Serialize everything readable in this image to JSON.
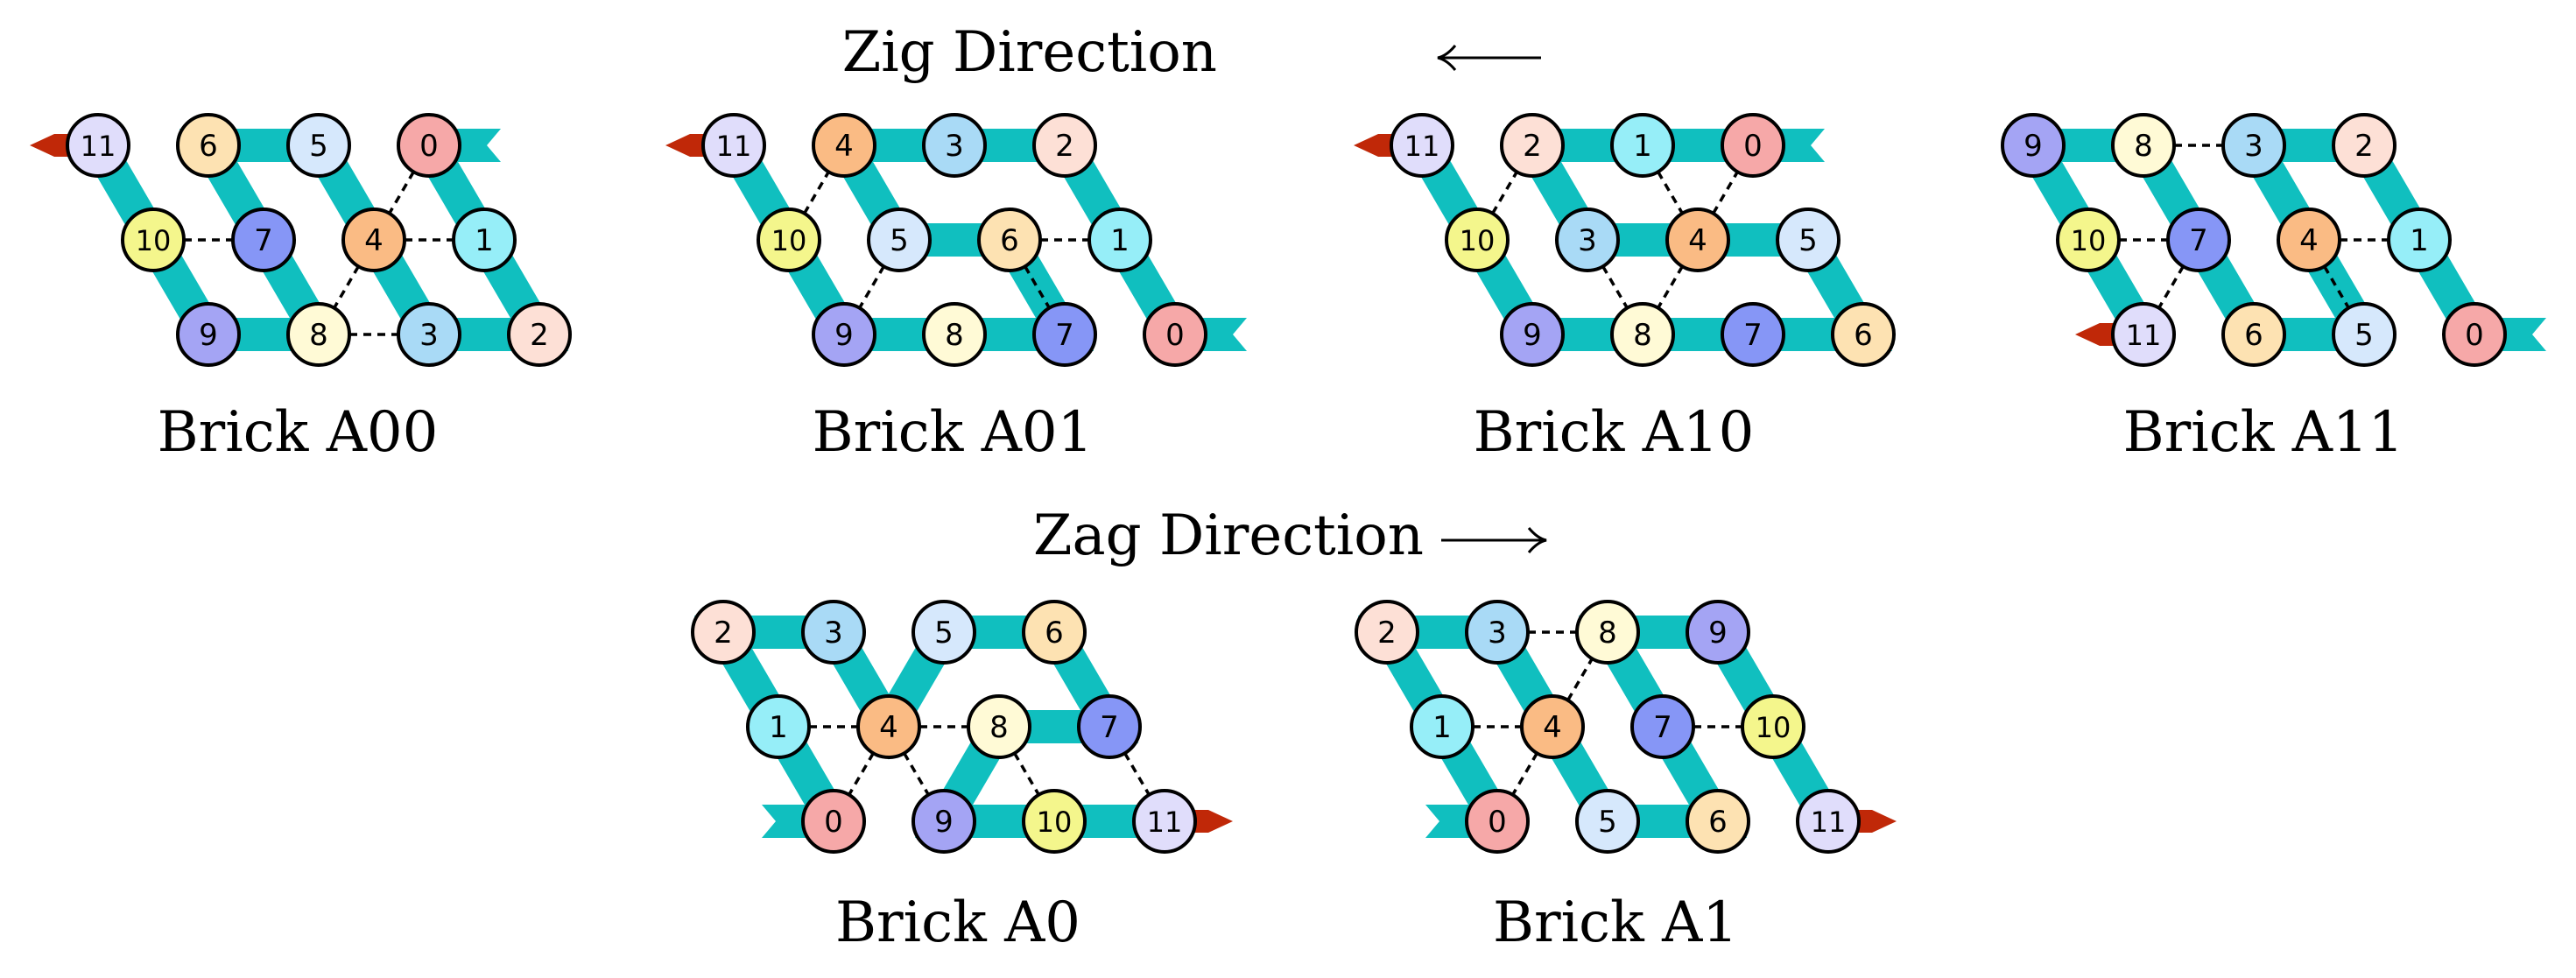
{
  "headings": {
    "zig": "Zig Direction",
    "zag": "Zag Direction"
  },
  "colors": {
    "chain": "#10bfbf",
    "end_cap": "#c02808",
    "bond": "#000000",
    "node_outline": "#000000",
    "node_fill": {
      "0": "#f6a8a8",
      "1": "#96eef8",
      "2": "#fde0d6",
      "3": "#a9daf6",
      "4": "#fabb84",
      "5": "#d6e8fc",
      "6": "#fde2b2",
      "7": "#8696f6",
      "8": "#fffad6",
      "9": "#a4a4f4",
      "10": "#f4f68c",
      "11": "#e0ddfb"
    }
  },
  "bricks": [
    {
      "id": "A00",
      "caption": "Brick A00",
      "rows": [
        [
          "11",
          "6",
          "5",
          "0"
        ],
        [
          "10",
          "7",
          "4",
          "1"
        ],
        [
          "9",
          "8",
          "3",
          "2"
        ]
      ],
      "chain_order": [
        "0",
        "1",
        "2",
        "3",
        "4",
        "5",
        "6",
        "7",
        "8",
        "9",
        "10",
        "11"
      ],
      "chain_in": "0",
      "chain_out": "11",
      "bonds": [
        [
          "10",
          "7"
        ],
        [
          "8",
          "3"
        ],
        [
          "4",
          "1"
        ],
        [
          "0",
          "4"
        ],
        [
          "4",
          "8"
        ]
      ]
    },
    {
      "id": "A01",
      "caption": "Brick A01",
      "rows": [
        [
          "11",
          "4",
          "3",
          "2"
        ],
        [
          "10",
          "5",
          "6",
          "1"
        ],
        [
          "9",
          "8",
          "7",
          "0"
        ]
      ],
      "chain_order": [
        "0",
        "1",
        "2",
        "3",
        "4",
        "5",
        "6",
        "7",
        "8",
        "9",
        "10",
        "11"
      ],
      "chain_in": "0",
      "chain_out": "11",
      "bonds": [
        [
          "6",
          "1"
        ],
        [
          "10",
          "4"
        ],
        [
          "5",
          "9"
        ],
        [
          "6",
          "7"
        ]
      ]
    },
    {
      "id": "A10",
      "caption": "Brick A10",
      "rows": [
        [
          "11",
          "2",
          "1",
          "0"
        ],
        [
          "10",
          "3",
          "4",
          "5"
        ],
        [
          "9",
          "8",
          "7",
          "6"
        ]
      ],
      "chain_order": [
        "0",
        "1",
        "2",
        "3",
        "4",
        "5",
        "6",
        "7",
        "8",
        "9",
        "10",
        "11"
      ],
      "chain_in": "0",
      "chain_out": "11",
      "bonds": [
        [
          "1",
          "4"
        ],
        [
          "10",
          "2"
        ],
        [
          "3",
          "8"
        ],
        [
          "4",
          "8"
        ],
        [
          "4",
          "0"
        ]
      ]
    },
    {
      "id": "A11",
      "caption": "Brick A11",
      "rows": [
        [
          "9",
          "8",
          "3",
          "2"
        ],
        [
          "10",
          "7",
          "4",
          "1"
        ],
        [
          "11",
          "6",
          "5",
          "0"
        ]
      ],
      "chain_order": [
        "0",
        "1",
        "2",
        "3",
        "4",
        "5",
        "6",
        "7",
        "8",
        "9",
        "10",
        "11"
      ],
      "chain_in": "0",
      "chain_out": "11",
      "bonds": [
        [
          "8",
          "3"
        ],
        [
          "10",
          "7"
        ],
        [
          "4",
          "1"
        ],
        [
          "7",
          "11"
        ],
        [
          "4",
          "5"
        ]
      ]
    },
    {
      "id": "A0",
      "caption": "Brick A0",
      "rows": [
        [
          "2",
          "3",
          "5",
          "6"
        ],
        [
          "1",
          "4",
          "8",
          "7"
        ],
        [
          "0",
          "9",
          "10",
          "11"
        ]
      ],
      "chain_order": [
        "0",
        "1",
        "2",
        "3",
        "4",
        "5",
        "6",
        "7",
        "8",
        "9",
        "10",
        "11"
      ],
      "chain_in": "0",
      "chain_out": "11",
      "bonds": [
        [
          "1",
          "4"
        ],
        [
          "4",
          "8"
        ],
        [
          "4",
          "0"
        ],
        [
          "4",
          "9"
        ],
        [
          "8",
          "10"
        ],
        [
          "7",
          "11"
        ]
      ]
    },
    {
      "id": "A1",
      "caption": "Brick A1",
      "rows": [
        [
          "2",
          "3",
          "8",
          "9"
        ],
        [
          "1",
          "4",
          "7",
          "10"
        ],
        [
          "0",
          "5",
          "6",
          "11"
        ]
      ],
      "chain_order": [
        "0",
        "1",
        "2",
        "3",
        "4",
        "5",
        "6",
        "7",
        "8",
        "9",
        "10",
        "11"
      ],
      "chain_in": "0",
      "chain_out": "11",
      "bonds": [
        [
          "3",
          "8"
        ],
        [
          "1",
          "4"
        ],
        [
          "7",
          "10"
        ],
        [
          "4",
          "0"
        ],
        [
          "4",
          "8"
        ]
      ]
    }
  ]
}
